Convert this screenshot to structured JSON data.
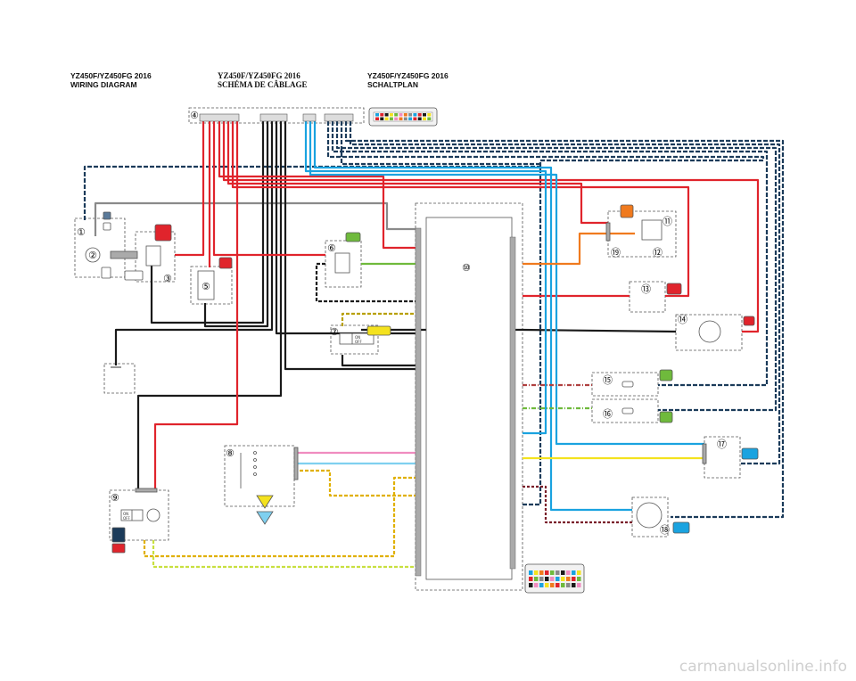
{
  "titles": {
    "english": [
      "YZ450F/YZ450FG 2016",
      "WIRING DIAGRAM"
    ],
    "french": [
      "YZ450F/YZ450FG 2016",
      "SCHÉMA DE CÂBLAGE"
    ],
    "german": [
      "YZ450F/YZ450FG 2016",
      "SCHALTPLAN"
    ]
  },
  "callouts": [
    "①",
    "②",
    "③",
    "④",
    "⑤",
    "⑥",
    "⑦",
    "⑧",
    "⑨",
    "⑩",
    "⑪",
    "⑫",
    "⑬",
    "⑭",
    "⑮",
    "⑯",
    "⑰",
    "⑱",
    "⑲"
  ],
  "switch_labels": {
    "switch_7": [
      "ON",
      "OFF"
    ],
    "switch_9": [
      "ON",
      "OFF"
    ]
  },
  "watermark": "carmanualsonline.info",
  "colors": {
    "black": "#1a1a1a",
    "red": "#e0242c",
    "blue": "#1aa3e0",
    "gray": "#8a8a8a",
    "green": "#6fba3c",
    "orange": "#f07a1e",
    "yellow": "#f4e21e",
    "pink": "#f08cc0",
    "lightblue": "#7fd0f0",
    "navy": "#1b3b5a",
    "darkred": "#7a1f2a",
    "brown": "#6b3e1e"
  }
}
